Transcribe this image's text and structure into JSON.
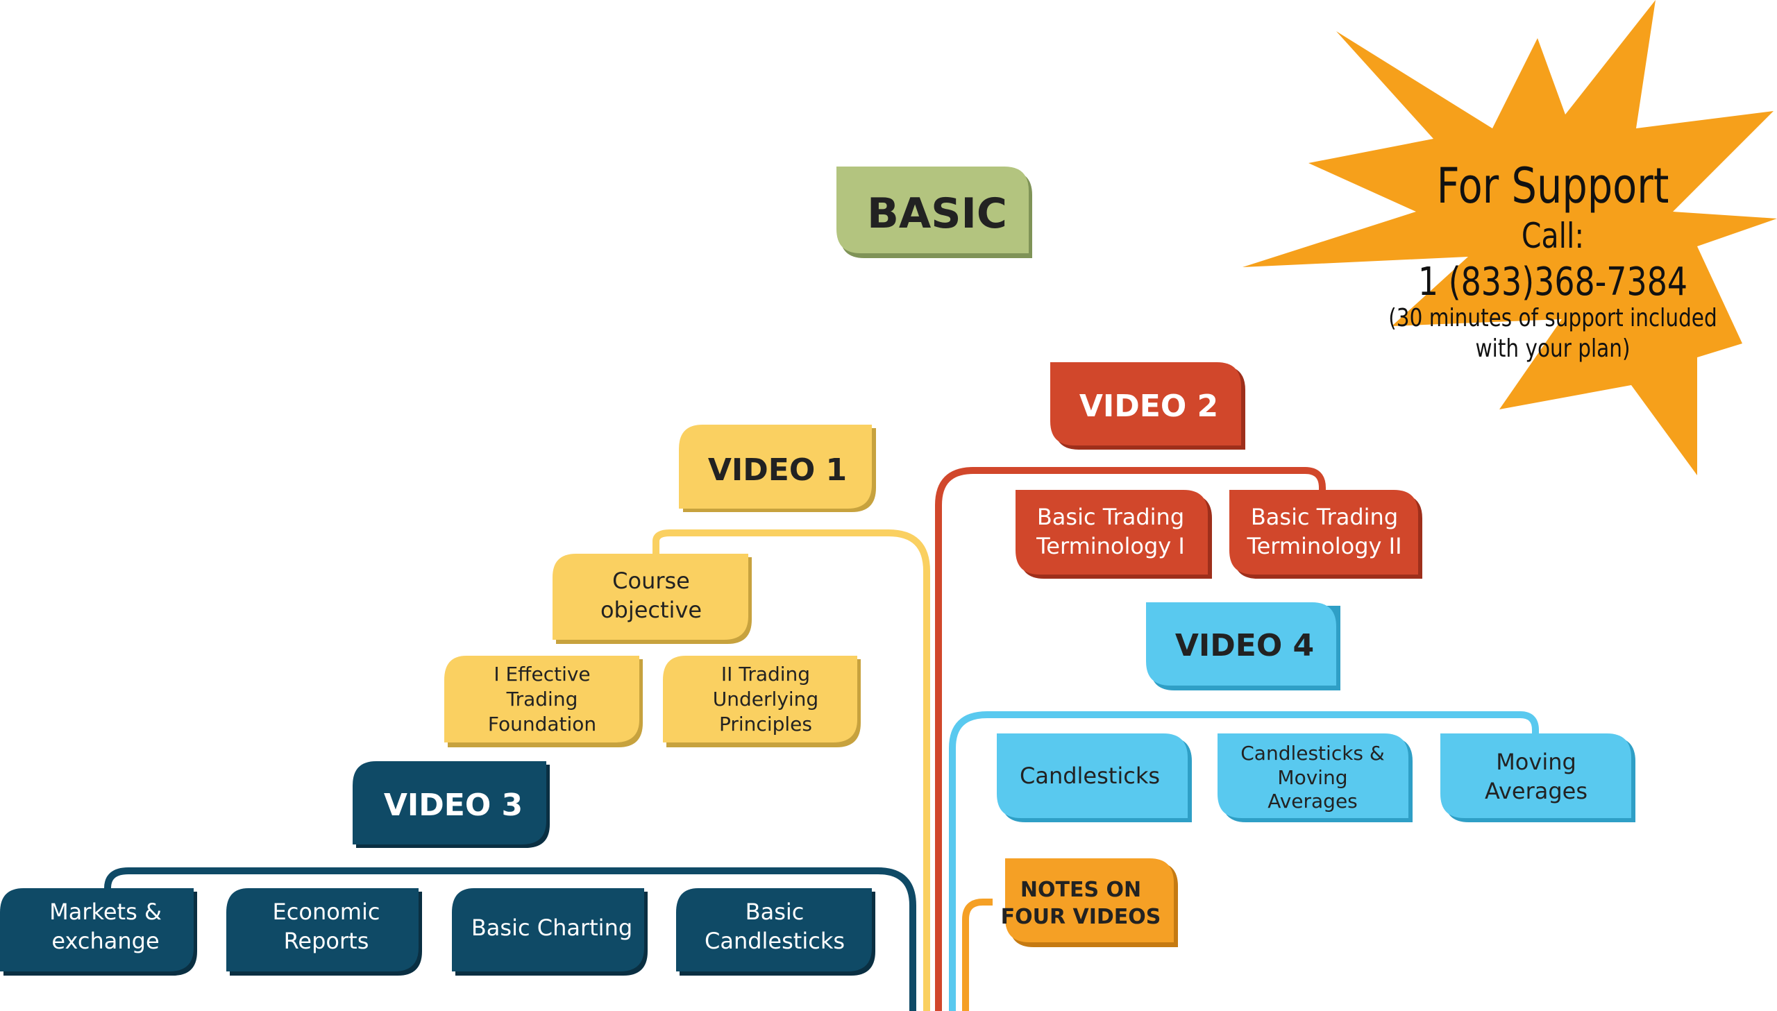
{
  "root": {
    "label": "BASIC"
  },
  "support": {
    "title": "For Support",
    "line1": "Call:",
    "phone": "1 (833)368-7384",
    "note_line1": "(30 minutes of support included",
    "note_line2": "with your plan)"
  },
  "colors": {
    "basic": "#b3c47f",
    "video1": "#fad061",
    "video2": "#d1472b",
    "video3": "#0f4a66",
    "video4": "#59c9ef",
    "notes": "#f5a025",
    "star": "#f6a01b"
  },
  "video1": {
    "label": "VIDEO 1",
    "course": {
      "line1": "Course",
      "line2": "objective"
    },
    "item1": {
      "line1": "I Effective",
      "line2": "Trading",
      "line3": "Foundation"
    },
    "item2": {
      "line1": "II Trading",
      "line2": "Underlying",
      "line3": "Principles"
    }
  },
  "video2": {
    "label": "VIDEO 2",
    "item1": {
      "line1": "Basic Trading",
      "line2": "Terminology I"
    },
    "item2": {
      "line1": "Basic Trading",
      "line2": "Terminology II"
    }
  },
  "video3": {
    "label": "VIDEO 3",
    "item1": {
      "line1": "Markets &",
      "line2": "exchange"
    },
    "item2": {
      "line1": "Economic",
      "line2": "Reports"
    },
    "item3": {
      "line1": "Basic Charting"
    },
    "item4": {
      "line1": "Basic",
      "line2": "Candlesticks"
    }
  },
  "video4": {
    "label": "VIDEO 4",
    "item1": {
      "line1": "Candlesticks"
    },
    "item2": {
      "line1": "Candlesticks &",
      "line2": "Moving",
      "line3": "Averages"
    },
    "item3": {
      "line1": "Moving",
      "line2": "Averages"
    }
  },
  "notes": {
    "line1": "NOTES ON",
    "line2": "FOUR VIDEOS"
  }
}
